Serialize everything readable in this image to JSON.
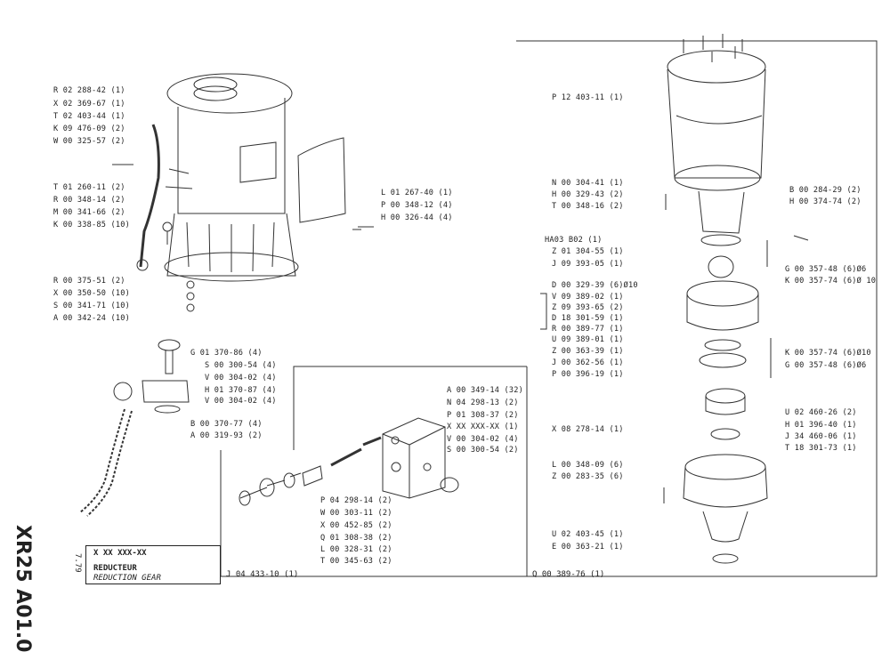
{
  "title_block": {
    "code": "X XX XXX-XX",
    "title_fr": "REDUCTEUR",
    "title_en": "REDUCTION GEAR",
    "doc_number": "XR25 A01.0",
    "page": "7.79"
  },
  "left_group": [
    "R 02 288-42 (1)",
    "X 02 369-67 (1)",
    "T 02 403-44 (1)",
    "K 09 476-09 (2)",
    "W 00 325-57 (2)",
    "T 01 260-11 (2)",
    "R 00 348-14 (2)",
    "M 00 341-66 (2)",
    "K 00 338-85 (10)",
    "R 00 375-51 (2)",
    "X 00 350-50 (10)",
    "S 00 341-71 (10)",
    "A 00 342-24 (10)"
  ],
  "cover_group": [
    "L 01 267-40 (1)",
    "P 00 348-12 (4)",
    "H 00 326-44 (4)"
  ],
  "valve_group": [
    "G 01 370-86 (4)",
    "S 00 300-54 (4)",
    "V 00 304-02 (4)",
    "H 01 370-87 (4)",
    "V 00 304-02 (4)",
    "B 00 370-77 (4)",
    "A 00 319-93 (2)"
  ],
  "block_group_right": [
    "A 00 349-14 (32)",
    "N 04 298-13 (2)",
    "P 01 308-37 (2)",
    "X XX XXX-XX (1)",
    "V 00 304-02 (4)",
    "S 00 300-54 (2)"
  ],
  "block_group_bottom": [
    "P 04 298-14 (2)",
    "W 00 303-11 (2)",
    "X 00 452-85 (2)",
    "Q 01 308-38 (2)",
    "L 00 328-31 (2)",
    "T 00 345-63 (2)"
  ],
  "block_ref": "J 04 433-10 (1)",
  "gear_left": [
    "P 12 403-11 (1)",
    "N 00 304-41 (1)",
    "H 00 329-43 (2)",
    "T 00 348-16 (2)",
    "HA03 B02 (1)",
    "Z 01 304-55 (1)",
    "J 09 393-05 (1)",
    "D 00 329-39 (6)Ø10",
    "V 09 389-02 (1)",
    "Z 09 393-65 (2)",
    "D 18 301-59 (1)",
    "R 00 389-77 (1)",
    "U 09 389-01 (1)",
    "Z 00 363-39 (1)",
    "J 00 362-56 (1)",
    "P 00 396-19 (1)",
    "X 08 278-14 (1)",
    "L 00 348-09 (6)",
    "Z 00 283-35 (6)",
    "U 02 403-45 (1)",
    "E 00 363-21 (1)"
  ],
  "gear_right": [
    "B 00 284-29 (2)",
    "H 00 374-74 (2)",
    "G 00 357-48 (6)Ø6",
    "K 00 357-74 (6)Ø 10",
    "K 00 357-74 (6)Ø10",
    "G 00 357-48 (6)Ø6",
    "U 02 460-26 (2)",
    "H 01 396-40 (1)",
    "J 34 460-06 (1)",
    "T 18 301-73 (1)"
  ],
  "gear_ref": "Q 00 389-76 (1)"
}
